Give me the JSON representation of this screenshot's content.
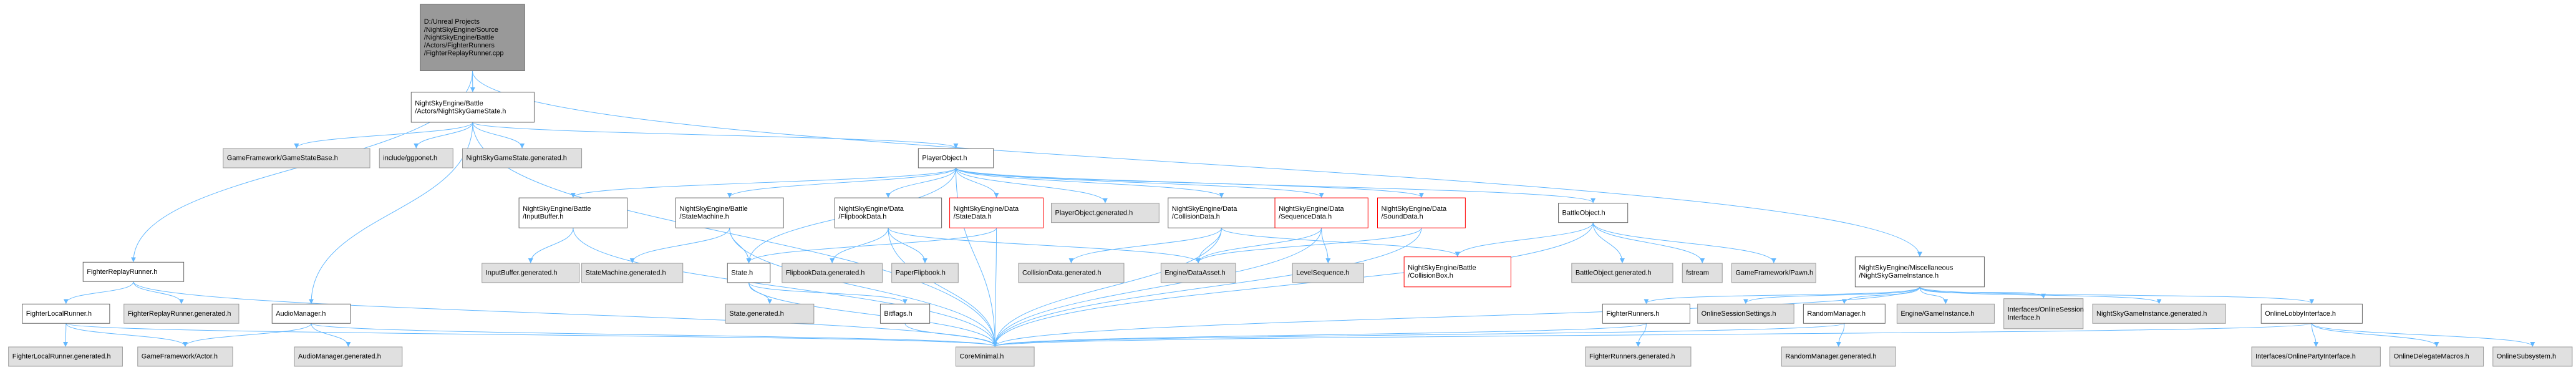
{
  "colors": {
    "edge": "#63b8ff",
    "node_fill": "#ffffff",
    "node_border": "#666666",
    "root_fill": "#999999",
    "external_fill": "#e0e0e0",
    "external_border": "#999999",
    "missing_border": "#ff0000",
    "background": "#ffffff"
  },
  "nodes": [
    {
      "id": "n0",
      "kind": "root",
      "lines": [
        "D:/Unreal Projects",
        "/NightSkyEngine/Source",
        "/NightSkyEngine/Battle",
        "/Actors/FighterRunners",
        "/FighterReplayRunner.cpp"
      ]
    },
    {
      "id": "n1",
      "kind": "normal",
      "lines": [
        "NightSkyEngine/Battle",
        "/Actors/NightSkyGameState.h"
      ]
    },
    {
      "id": "n2",
      "kind": "external",
      "lines": [
        "GameFramework/GameStateBase.h"
      ]
    },
    {
      "id": "n3",
      "kind": "external",
      "lines": [
        "include/ggponet.h"
      ]
    },
    {
      "id": "n4",
      "kind": "external",
      "lines": [
        "NightSkyGameState.generated.h"
      ]
    },
    {
      "id": "n5",
      "kind": "normal",
      "lines": [
        "PlayerObject.h"
      ]
    },
    {
      "id": "n6",
      "kind": "normal",
      "lines": [
        "NightSkyEngine/Battle",
        "/InputBuffer.h"
      ]
    },
    {
      "id": "n7",
      "kind": "normal",
      "lines": [
        "NightSkyEngine/Battle",
        "/StateMachine.h"
      ]
    },
    {
      "id": "n8",
      "kind": "normal",
      "lines": [
        "NightSkyEngine/Data",
        "/FlipbookData.h"
      ]
    },
    {
      "id": "n9",
      "kind": "missing",
      "lines": [
        "NightSkyEngine/Data",
        "/StateData.h"
      ]
    },
    {
      "id": "n10",
      "kind": "external",
      "lines": [
        "PlayerObject.generated.h"
      ]
    },
    {
      "id": "n11",
      "kind": "normal",
      "lines": [
        "NightSkyEngine/Data",
        "/CollisionData.h"
      ]
    },
    {
      "id": "n12",
      "kind": "missing",
      "lines": [
        "NightSkyEngine/Data",
        "/SequenceData.h"
      ]
    },
    {
      "id": "n13",
      "kind": "missing",
      "lines": [
        "NightSkyEngine/Data",
        "/SoundData.h"
      ]
    },
    {
      "id": "n14",
      "kind": "normal",
      "lines": [
        "BattleObject.h"
      ]
    },
    {
      "id": "n15",
      "kind": "external",
      "lines": [
        "InputBuffer.generated.h"
      ]
    },
    {
      "id": "n16",
      "kind": "external",
      "lines": [
        "StateMachine.generated.h"
      ]
    },
    {
      "id": "n17",
      "kind": "normal",
      "lines": [
        "State.h"
      ]
    },
    {
      "id": "n18",
      "kind": "external",
      "lines": [
        "FlipbookData.generated.h"
      ]
    },
    {
      "id": "n19",
      "kind": "external",
      "lines": [
        "PaperFlipbook.h"
      ]
    },
    {
      "id": "n20",
      "kind": "external",
      "lines": [
        "CollisionData.generated.h"
      ]
    },
    {
      "id": "n21",
      "kind": "external",
      "lines": [
        "Engine/DataAsset.h"
      ]
    },
    {
      "id": "n22",
      "kind": "external",
      "lines": [
        "LevelSequence.h"
      ]
    },
    {
      "id": "n23",
      "kind": "missing",
      "lines": [
        "NightSkyEngine/Battle",
        "/CollisionBox.h"
      ]
    },
    {
      "id": "n24",
      "kind": "external",
      "lines": [
        "BattleObject.generated.h"
      ]
    },
    {
      "id": "n25",
      "kind": "external",
      "lines": [
        "fstream"
      ]
    },
    {
      "id": "n26",
      "kind": "external",
      "lines": [
        "GameFramework/Pawn.h"
      ]
    },
    {
      "id": "n27",
      "kind": "external",
      "lines": [
        "State.generated.h"
      ]
    },
    {
      "id": "n28",
      "kind": "normal",
      "lines": [
        "Bitflags.h"
      ]
    },
    {
      "id": "n29",
      "kind": "external",
      "lines": [
        "CoreMinimal.h"
      ]
    },
    {
      "id": "n30",
      "kind": "normal",
      "lines": [
        "FighterReplayRunner.h"
      ]
    },
    {
      "id": "n31",
      "kind": "normal",
      "lines": [
        "FighterLocalRunner.h"
      ]
    },
    {
      "id": "n32",
      "kind": "external",
      "lines": [
        "FighterReplayRunner.generated.h"
      ]
    },
    {
      "id": "n33",
      "kind": "normal",
      "lines": [
        "AudioManager.h"
      ]
    },
    {
      "id": "n34",
      "kind": "external",
      "lines": [
        "FighterLocalRunner.generated.h"
      ]
    },
    {
      "id": "n35",
      "kind": "external",
      "lines": [
        "GameFramework/Actor.h"
      ]
    },
    {
      "id": "n36",
      "kind": "external",
      "lines": [
        "AudioManager.generated.h"
      ]
    },
    {
      "id": "n37",
      "kind": "normal",
      "lines": [
        "NightSkyEngine/Miscellaneous",
        "/NightSkyGameInstance.h"
      ]
    },
    {
      "id": "n38",
      "kind": "normal",
      "lines": [
        "FighterRunners.h"
      ]
    },
    {
      "id": "n39",
      "kind": "external",
      "lines": [
        "OnlineSessionSettings.h"
      ]
    },
    {
      "id": "n40",
      "kind": "normal",
      "lines": [
        "RandomManager.h"
      ]
    },
    {
      "id": "n41",
      "kind": "external",
      "lines": [
        "Engine/GameInstance.h"
      ]
    },
    {
      "id": "n42",
      "kind": "external",
      "lines": [
        "Interfaces/OnlineSession",
        "Interface.h"
      ]
    },
    {
      "id": "n43",
      "kind": "external",
      "lines": [
        "NightSkyGameInstance.generated.h"
      ]
    },
    {
      "id": "n44",
      "kind": "normal",
      "lines": [
        "OnlineLobbyInterface.h"
      ]
    },
    {
      "id": "n45",
      "kind": "external",
      "lines": [
        "FighterRunners.generated.h"
      ]
    },
    {
      "id": "n46",
      "kind": "external",
      "lines": [
        "RandomManager.generated.h"
      ]
    },
    {
      "id": "n47",
      "kind": "external",
      "lines": [
        "Interfaces/OnlinePartyInterface.h"
      ]
    },
    {
      "id": "n48",
      "kind": "external",
      "lines": [
        "OnlineDelegateMacros.h"
      ]
    },
    {
      "id": "n49",
      "kind": "external",
      "lines": [
        "OnlineSubsystem.h"
      ]
    }
  ],
  "edges": [
    [
      "n0",
      "n1"
    ],
    [
      "n0",
      "n30"
    ],
    [
      "n0",
      "n37"
    ],
    [
      "n1",
      "n2"
    ],
    [
      "n1",
      "n3"
    ],
    [
      "n1",
      "n4"
    ],
    [
      "n1",
      "n5"
    ],
    [
      "n1",
      "n33"
    ],
    [
      "n1",
      "n29"
    ],
    [
      "n5",
      "n6"
    ],
    [
      "n5",
      "n7"
    ],
    [
      "n5",
      "n8"
    ],
    [
      "n5",
      "n9"
    ],
    [
      "n5",
      "n10"
    ],
    [
      "n5",
      "n11"
    ],
    [
      "n5",
      "n12"
    ],
    [
      "n5",
      "n13"
    ],
    [
      "n5",
      "n14"
    ],
    [
      "n5",
      "n17"
    ],
    [
      "n5",
      "n29"
    ],
    [
      "n6",
      "n15"
    ],
    [
      "n6",
      "n29"
    ],
    [
      "n7",
      "n16"
    ],
    [
      "n7",
      "n17"
    ],
    [
      "n7",
      "n29"
    ],
    [
      "n8",
      "n18"
    ],
    [
      "n8",
      "n19"
    ],
    [
      "n8",
      "n21"
    ],
    [
      "n8",
      "n29"
    ],
    [
      "n9",
      "n17"
    ],
    [
      "n9",
      "n29"
    ],
    [
      "n11",
      "n20"
    ],
    [
      "n11",
      "n21"
    ],
    [
      "n11",
      "n23"
    ],
    [
      "n11",
      "n29"
    ],
    [
      "n12",
      "n21"
    ],
    [
      "n12",
      "n22"
    ],
    [
      "n12",
      "n29"
    ],
    [
      "n13",
      "n21"
    ],
    [
      "n13",
      "n29"
    ],
    [
      "n14",
      "n23"
    ],
    [
      "n14",
      "n24"
    ],
    [
      "n14",
      "n25"
    ],
    [
      "n14",
      "n26"
    ],
    [
      "n14",
      "n29"
    ],
    [
      "n17",
      "n27"
    ],
    [
      "n17",
      "n28"
    ],
    [
      "n17",
      "n29"
    ],
    [
      "n28",
      "n29"
    ],
    [
      "n30",
      "n31"
    ],
    [
      "n30",
      "n32"
    ],
    [
      "n30",
      "n29"
    ],
    [
      "n31",
      "n34"
    ],
    [
      "n31",
      "n35"
    ],
    [
      "n31",
      "n29"
    ],
    [
      "n33",
      "n35"
    ],
    [
      "n33",
      "n36"
    ],
    [
      "n33",
      "n29"
    ],
    [
      "n37",
      "n38"
    ],
    [
      "n37",
      "n39"
    ],
    [
      "n37",
      "n40"
    ],
    [
      "n37",
      "n41"
    ],
    [
      "n37",
      "n42"
    ],
    [
      "n37",
      "n43"
    ],
    [
      "n37",
      "n44"
    ],
    [
      "n37",
      "n29"
    ],
    [
      "n38",
      "n45"
    ],
    [
      "n38",
      "n29"
    ],
    [
      "n40",
      "n46"
    ],
    [
      "n40",
      "n29"
    ],
    [
      "n44",
      "n47"
    ],
    [
      "n44",
      "n48"
    ],
    [
      "n44",
      "n49"
    ],
    [
      "n44",
      "n29"
    ]
  ]
}
